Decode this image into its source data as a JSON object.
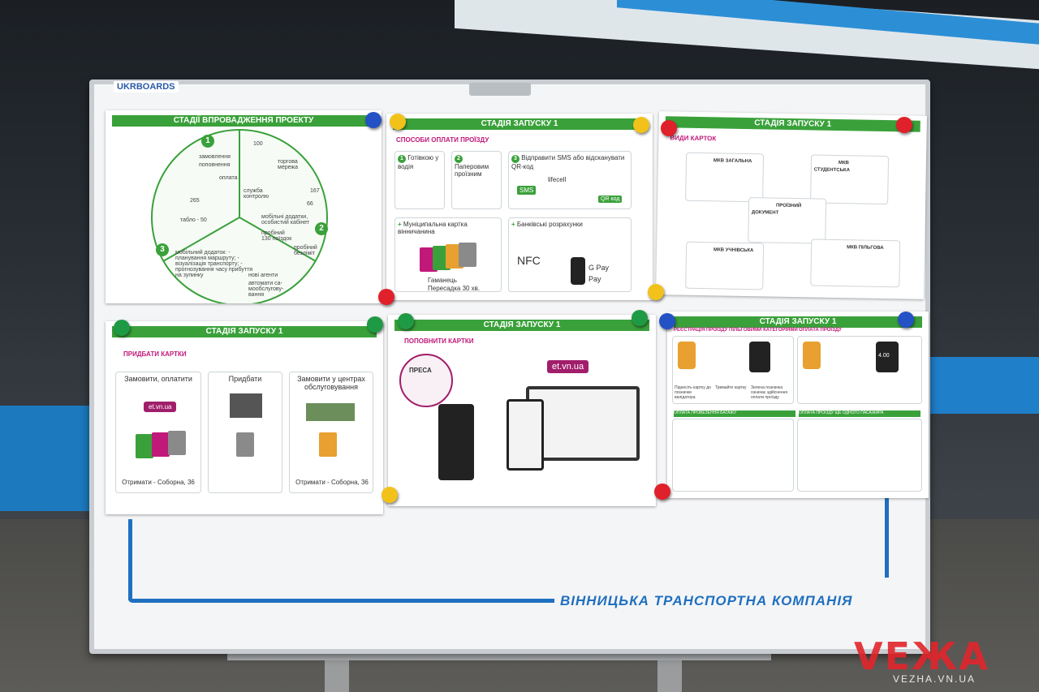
{
  "board": {
    "brand": "UKRBOARDS",
    "footer": "ВІННИЦЬКА ТРАНСПОРТНА КОМПАНІЯ"
  },
  "sheet1": {
    "title": "СТАДІЇ ВПРОВАДЖЕННЯ ПРОЕКТУ",
    "labels": [
      "замовлення",
      "поповнення",
      "оплата",
      "торгова мережа",
      "служба контролю",
      "табло - 50",
      "мобільні додатки, особистий кабінет",
      "пробіний 130 поїздок",
      "пробіний безліміт",
      "мобільний додаток: - планування маршруту; - візуалізація транспорту; - прогнозування часу прибуття на зупинку",
      "нові агенти",
      "автомати са-мообслугову-вання"
    ],
    "numbers": [
      "100",
      "167",
      "66",
      "265"
    ],
    "stages": [
      "1",
      "2",
      "3"
    ]
  },
  "sheet2": {
    "title": "СТАДІЯ ЗАПУСКУ 1",
    "subtitle": "СПОСОБИ ОПЛАТИ ПРОЇЗДУ",
    "options": [
      {
        "n": "1",
        "label": "Готівкою у водія"
      },
      {
        "n": "2",
        "label": "Паперовим проїзним"
      },
      {
        "n": "3",
        "label": "Відправити SMS або відсканувати QR-код"
      }
    ],
    "sms": "SMS",
    "lifecell": "lifecell",
    "qr": "QR код",
    "municipal": "Муніципальна картка вінничанина",
    "wallet": "Гаманець",
    "transfer": "Пересадка 30 хв.",
    "bank": "Банківські розрахунки",
    "nfc": "NFC",
    "gpay": "G Pay",
    "apay": "Pay"
  },
  "sheet3": {
    "title": "СТАДІЯ ЗАПУСКУ 1",
    "subtitle": "ВИДИ КАРТОК",
    "cards": [
      "МКВ ЗАГАЛЬНА",
      "МКВ СТУДЕНТСЬКА",
      "ПРОЇЗНИЙ ДОКУМЕНТ",
      "МКВ УЧНІВСЬКА",
      "МКВ ПІЛЬГОВА"
    ]
  },
  "sheet4": {
    "title": "СТАДІЯ ЗАПУСКУ 1",
    "subtitle": "ПРИДБАТИ КАРТКИ",
    "options": [
      "Замовити, оплатити",
      "Придбати",
      "Замовити у центрах обслуговування"
    ],
    "site": "et.vn.ua",
    "receive1": "Отримати - Соборна, 36",
    "receive2": "Отримати - Соборна, 36"
  },
  "sheet5": {
    "title": "СТАДІЯ ЗАПУСКУ 1",
    "subtitle": "ПОПОВНИТИ КАРТКИ",
    "kiosk": "ПРЕСА",
    "site": "et.vn.ua"
  },
  "sheet6": {
    "title": "СТАДІЯ ЗАПУСКУ 1",
    "section1": "РЕЄСТРАЦІЯ ПРОЇЗДУ ПІЛЬГОВИМИ КАТЕГОРІЯМИ",
    "section2": "ОПЛАТА ПРОЇЗДУ",
    "section3": "ОПЛАТА ПРОВЕЗЕННЯ БАГАЖУ",
    "section4": "ОПЛАТА ПРОЇЗДУ ЩЕ ОДНОГО ПАСАЖИРА",
    "steps": [
      "Піднесіть картку до позначки валідатора",
      "Тримайте картку",
      "Зелена позначка означає здійснення оплати проїзду"
    ],
    "amount": "4.00"
  },
  "watermark": {
    "logo": "VEЖА",
    "site": "VEZHA.VN.UA"
  },
  "colors": {
    "header_green": "#3aa13a",
    "accent_magenta": "#a11e6b",
    "brand_blue": "#1f6fc0",
    "logo_red": "#e2252b"
  }
}
